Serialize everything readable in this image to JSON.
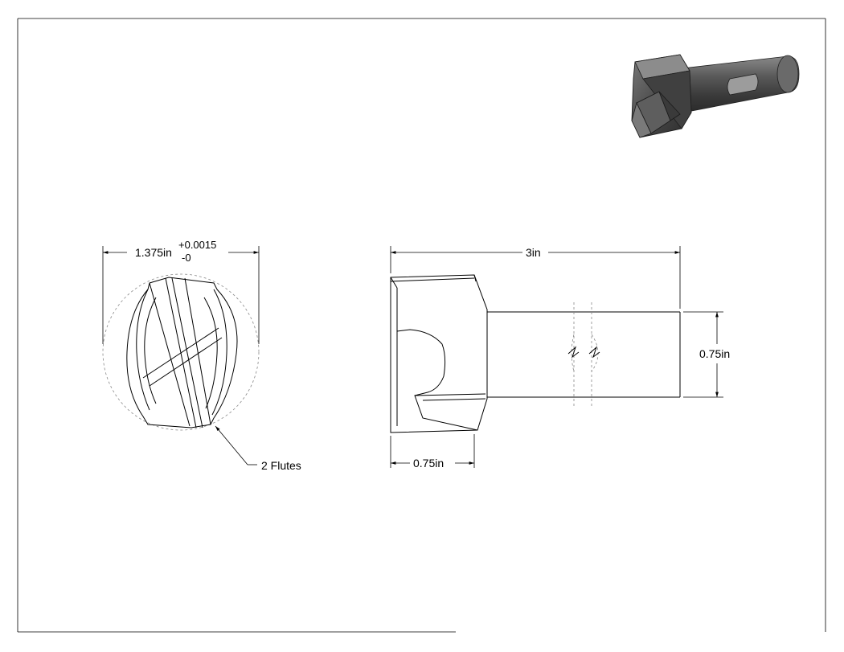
{
  "dimensions": {
    "diameter": {
      "value": "1.375in",
      "tol_plus": "+0.0015",
      "tol_minus": "-0"
    },
    "overall_length": "3in",
    "shank_diameter": "0.75in",
    "head_length": "0.75in"
  },
  "annotations": {
    "flutes": "2 Flutes"
  },
  "colors": {
    "line": "#000000",
    "render_dark": "#3a3a3a",
    "render_mid": "#6b6b6b",
    "render_light": "#9a9a9a"
  }
}
